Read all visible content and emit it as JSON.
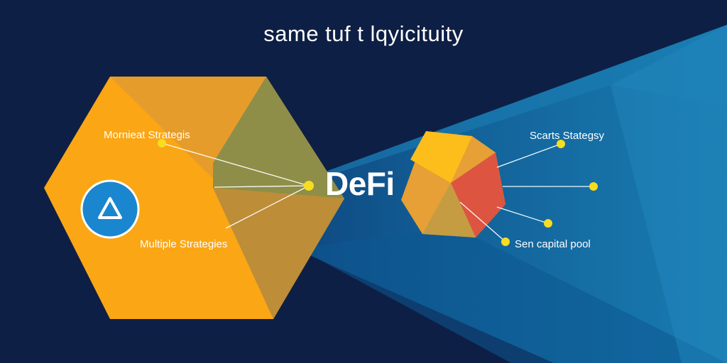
{
  "title": "same tuf t lqyicituity",
  "center_label": "DeFi",
  "left_labels": {
    "top": "Mornieat Strategis",
    "bottom": "Multiple Strategies"
  },
  "right_labels": {
    "top": "Scarts Stategsy",
    "bottom": "Sen capital pool"
  },
  "colors": {
    "background": "#0e1f45",
    "hexagon_orange": "#fba615",
    "hexagon_olive": "#8f8e48",
    "beam_blue": "#1677a8",
    "logo_blue": "#1a86d0",
    "dot_yellow": "#f7dd1e",
    "wedge_red": "#dd5540"
  },
  "icons": {
    "logo": "delta-triangle-icon"
  }
}
